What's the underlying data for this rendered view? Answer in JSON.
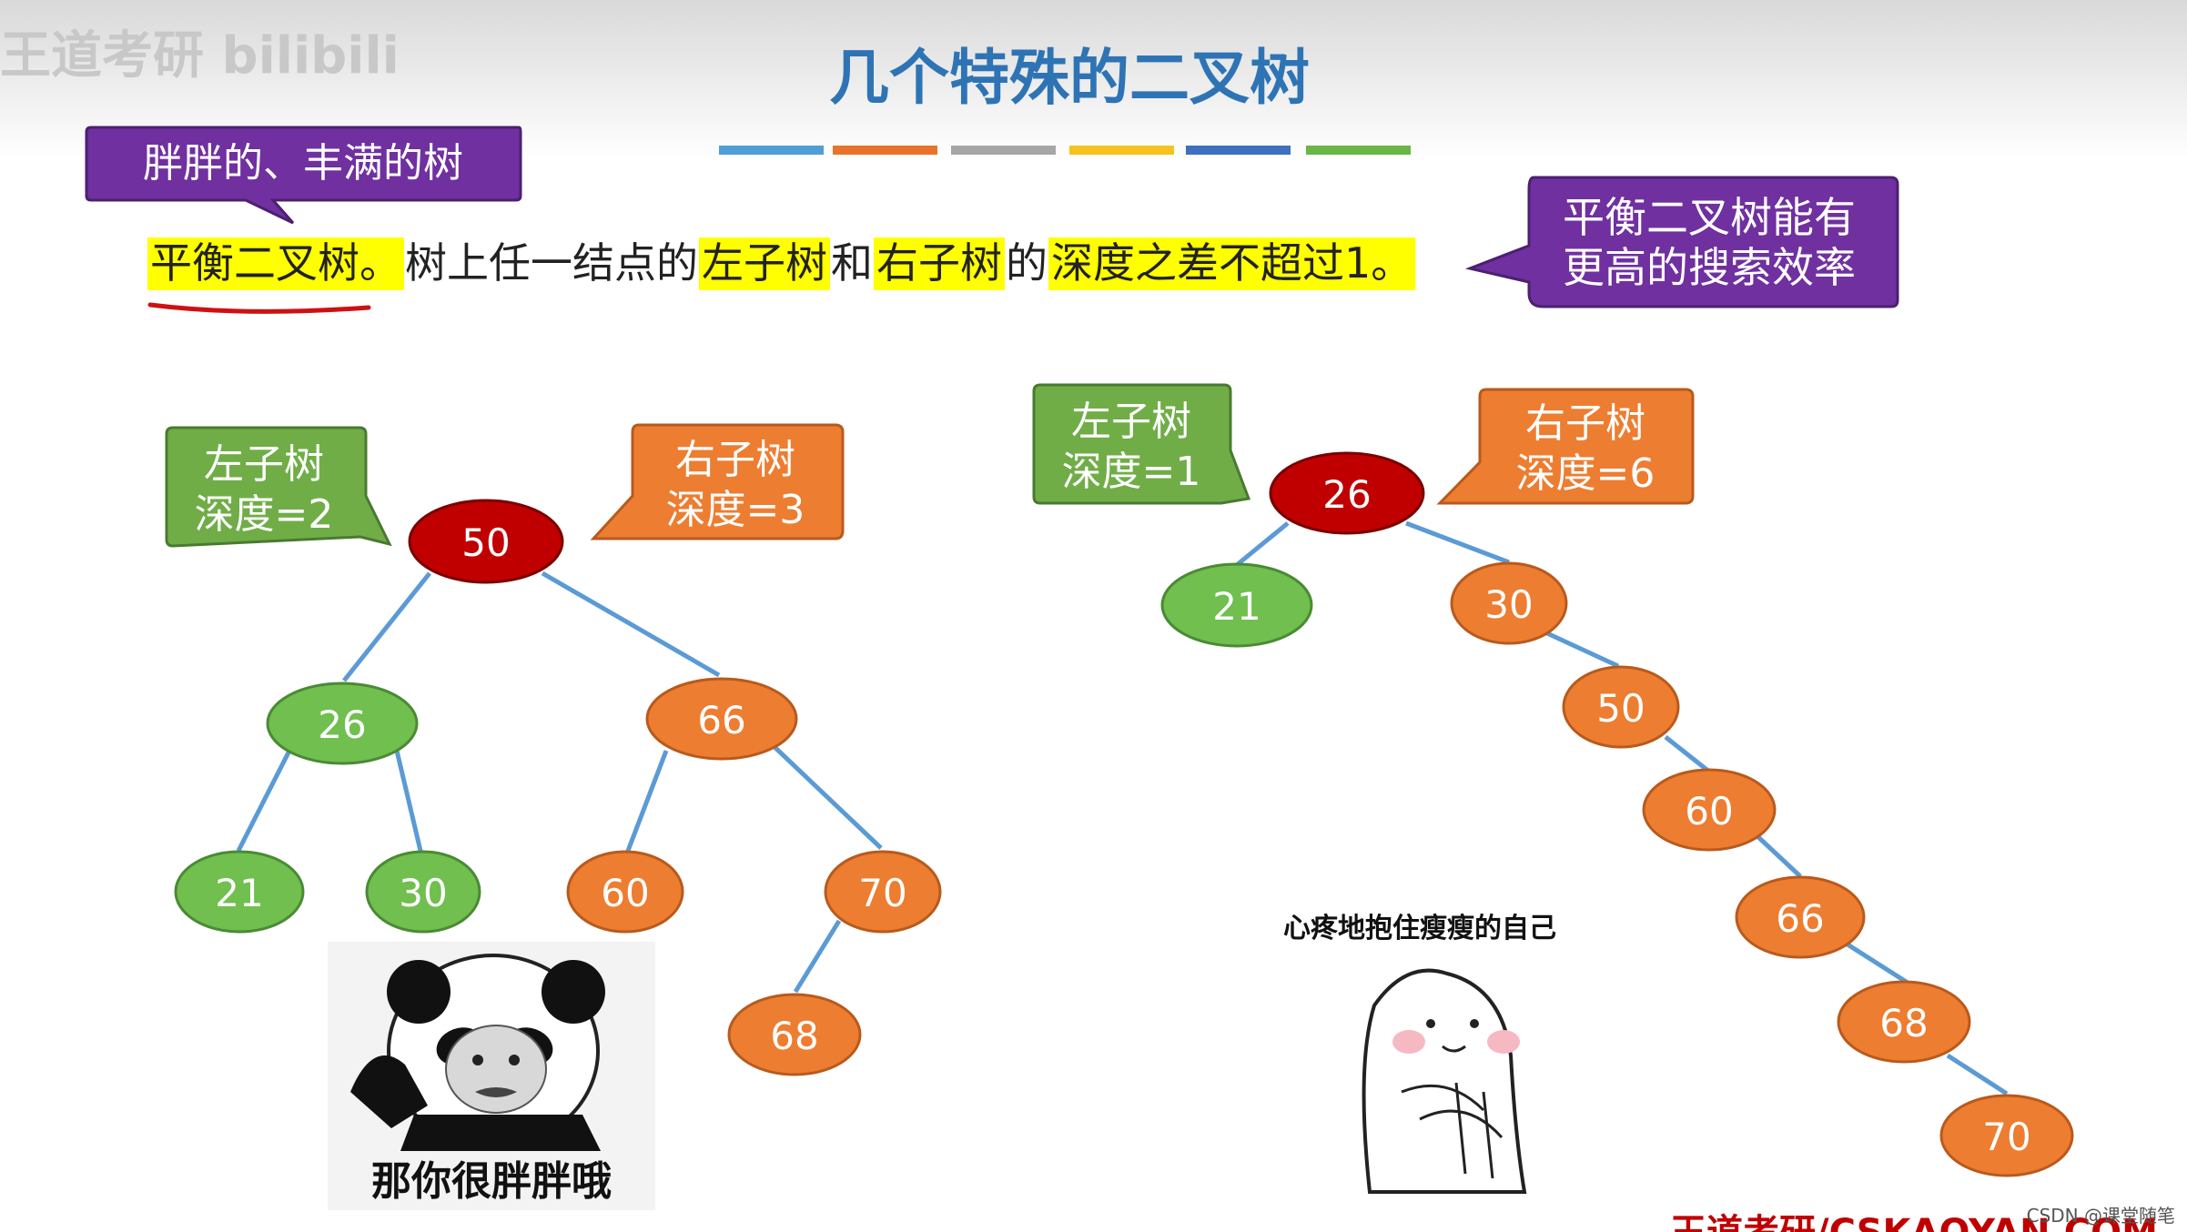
{
  "title": "几个特殊的二叉树",
  "title_bar_colors": [
    "#4f9fd6",
    "#e8742c",
    "#a6a6a6",
    "#f5c220",
    "#3f6fbf",
    "#6ab646"
  ],
  "watermark": {
    "text": "王道考研 bilibili"
  },
  "callout_fat": {
    "text": "胖胖的、丰满的树"
  },
  "callout_efficiency": {
    "line1": "平衡二叉树能有",
    "line2": "更高的搜索效率"
  },
  "definition": {
    "parts": [
      "平衡二叉树。",
      "树上任一结点的",
      "左子树",
      "和",
      "右子树",
      "的",
      "深度之差不超过1。"
    ],
    "highlighted": [
      true,
      false,
      true,
      false,
      true,
      false,
      true
    ]
  },
  "tree_left": {
    "root": "50",
    "label_left": {
      "line1": "左子树",
      "line2": "深度=2"
    },
    "label_right": {
      "line1": "右子树",
      "line2": "深度=3"
    },
    "nodes": [
      "50",
      "26",
      "66",
      "21",
      "30",
      "60",
      "70",
      "68"
    ]
  },
  "tree_right": {
    "root": "26",
    "label_left": {
      "line1": "左子树",
      "line2": "深度=1"
    },
    "label_right": {
      "line1": "右子树",
      "line2": "深度=6"
    },
    "nodes": [
      "26",
      "21",
      "30",
      "50",
      "60",
      "66",
      "68",
      "70"
    ]
  },
  "meme_left": {
    "caption": "那你很胖胖哦"
  },
  "meme_right": {
    "caption": "心疼地抱住瘦瘦的自己"
  },
  "footer": {
    "url_partial": "王道考研/CSKAOYAN.COM",
    "credit": "CSDN @课堂随笔"
  },
  "colors": {
    "root": "#c00000",
    "green_node": "#70bf4f",
    "orange_node": "#ed7d31",
    "edge": "#5b9bd5",
    "callout_purple": "#7030a0",
    "highlight": "#ffff00",
    "label_green": "#70ad47",
    "label_orange": "#ed7d31"
  }
}
